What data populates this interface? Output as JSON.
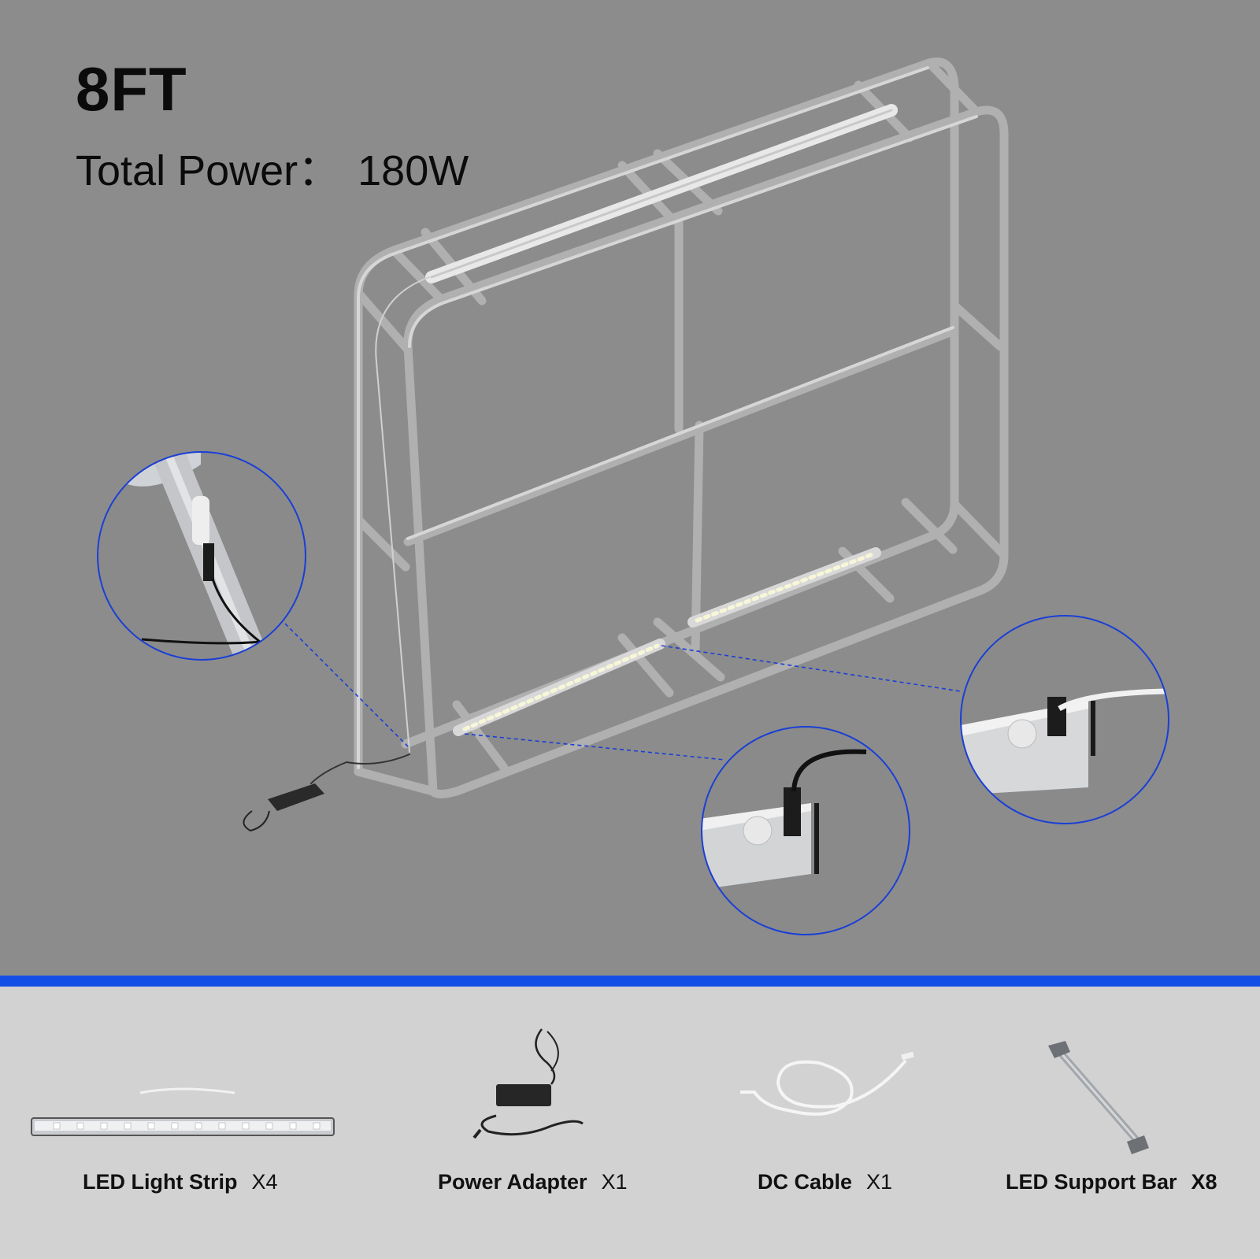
{
  "header": {
    "size_label": "8FT",
    "power_label": "Total Power：",
    "power_value": "180W"
  },
  "accent_color": "#1550e6",
  "callouts": [
    {
      "name": "dc-jack-closeup"
    },
    {
      "name": "strip-connector-closeup-white"
    },
    {
      "name": "strip-connector-closeup-black"
    }
  ],
  "items": [
    {
      "name": "LED Light Strip",
      "qty": "X4",
      "icon": "led-light-strip-icon"
    },
    {
      "name": "Power Adapter",
      "qty": "X1",
      "icon": "power-adapter-icon"
    },
    {
      "name": "DC Cable",
      "qty": "X1",
      "icon": "dc-cable-icon"
    },
    {
      "name": "LED Support Bar",
      "qty": "X8",
      "icon": "led-support-bar-icon"
    }
  ]
}
